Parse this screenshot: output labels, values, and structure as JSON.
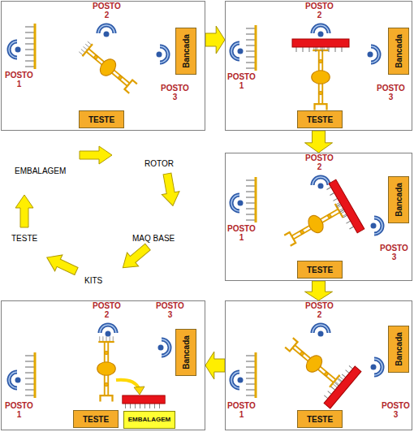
{
  "diagram": {
    "nodes": [
      {
        "text": [
          "POSTO 2",
          "POSTO 1",
          "POSTO 3"
        ]
      },
      {
        "text": [
          "Bancada"
        ],
        "in": 0
      },
      {
        "text": [
          "TESTE"
        ],
        "in": 0
      },
      {
        "text": [
          "POSTO 2",
          "POSTO 1",
          "POSTO 3"
        ]
      },
      {
        "text": [
          "Bancada"
        ],
        "in": 3
      },
      {
        "text": [
          "TESTE"
        ],
        "in": 3
      },
      {
        "text": [
          "POSTO 2",
          "POSTO 1",
          "POSTO 3"
        ]
      },
      {
        "text": [
          "Bancada"
        ],
        "in": 6
      },
      {
        "text": [
          "TESTE"
        ],
        "in": 6
      },
      {
        "text": [
          "POSTO 2",
          "POSTO 3",
          "POSTO 1"
        ]
      },
      {
        "text": [
          "Bancada"
        ],
        "in": 9
      },
      {
        "text": [
          "TESTE"
        ],
        "in": 9
      },
      {
        "text": [
          "EMBALAGEM"
        ],
        "in": 9
      },
      {
        "text": [
          "POSTO 2",
          "POSTO 1",
          "POSTO 3"
        ]
      },
      {
        "text": [
          "Bancada"
        ],
        "in": 13
      },
      {
        "text": [
          "TESTE"
        ],
        "in": 13
      }
    ],
    "edges": [
      {
        "from": 0,
        "to": 3,
        "arrow": "to"
      },
      {
        "from": 3,
        "to": 6,
        "arrow": "to"
      },
      {
        "from": 6,
        "to": 13,
        "arrow": "to"
      },
      {
        "from": 13,
        "to": 9,
        "arrow": "to"
      }
    ],
    "labels": [
      "ROTOR",
      "EMBALAGEM",
      "TESTE",
      "MAQ BASE",
      "KITS"
    ]
  }
}
